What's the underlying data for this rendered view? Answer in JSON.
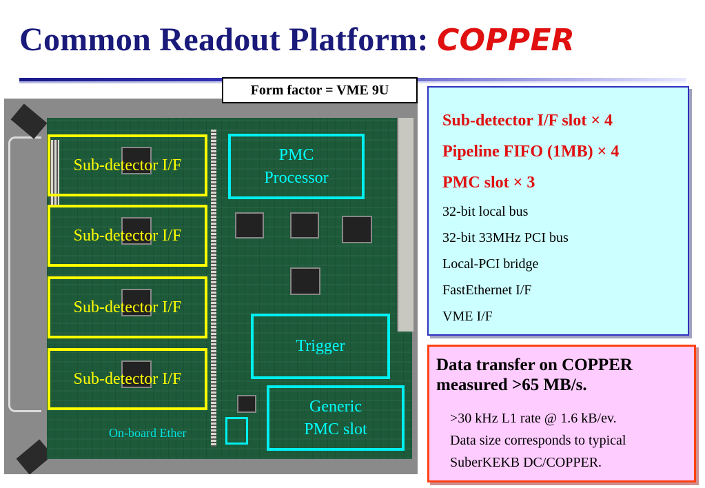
{
  "title": {
    "main": "Common Readout Platform: ",
    "accent": "COPPER"
  },
  "form_factor": "Form factor = VME 9U",
  "board": {
    "sub_detector_labels": [
      "Sub-detector I/F",
      "Sub-detector I/F",
      "Sub-detector I/F",
      "Sub-detector I/F"
    ],
    "pmc_processor": [
      "PMC",
      "Processor"
    ],
    "trigger": "Trigger",
    "generic_pmc": [
      "Generic",
      "PMC slot"
    ],
    "onboard_ether": "On-board Ether"
  },
  "spec": {
    "red_lines": [
      "Sub-detector I/F slot × 4",
      "Pipeline FIFO (1MB) × 4",
      "PMC slot × 3"
    ],
    "black_lines": [
      "32-bit local bus",
      "32-bit 33MHz PCI bus",
      "Local-PCI bridge",
      "FastEthernet I/F",
      "VME I/F"
    ]
  },
  "transfer": {
    "head": [
      "Data transfer on COPPER",
      "measured  >65 MB/s."
    ],
    "body": [
      ">30 kHz L1 rate @ 1.6 kB/ev.",
      "Data size corresponds to typical",
      "SuberKEKB DC/COPPER."
    ]
  },
  "colors": {
    "title": "#1a1a7a",
    "accent": "#e01010",
    "sub_detector_box": "#ffff00",
    "cyan_box": "#00f0f0",
    "spec_bg": "#ccffff",
    "transfer_bg": "#ffccff"
  }
}
